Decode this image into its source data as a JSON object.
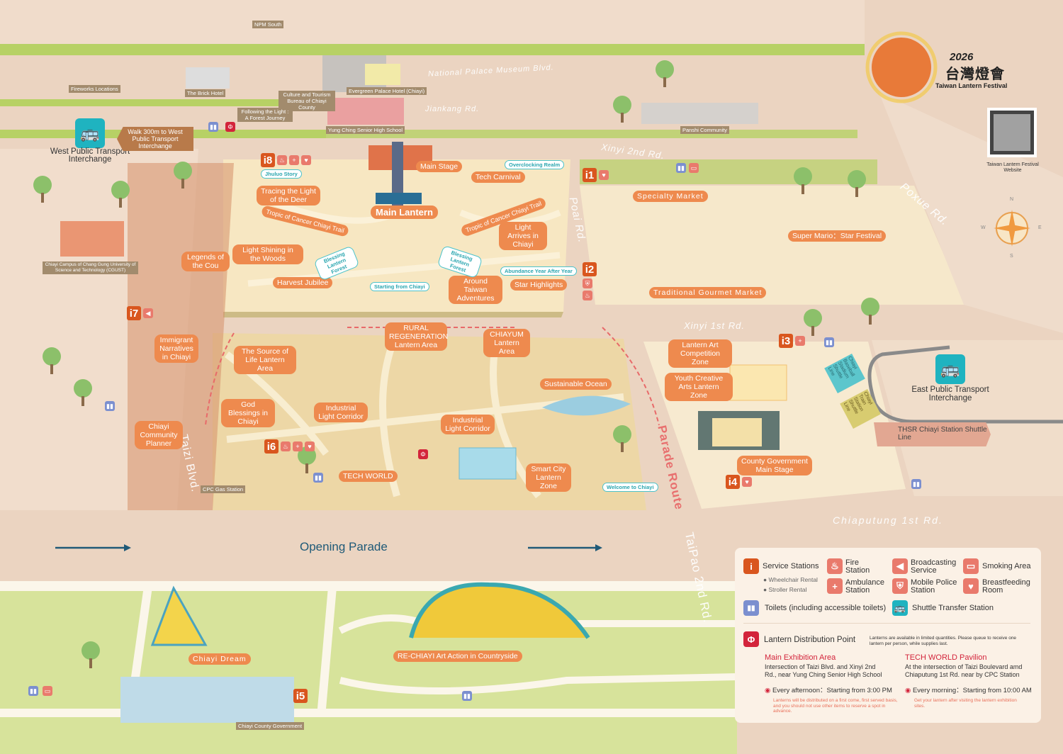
{
  "logo": {
    "year": "2026",
    "chinese": "台灣燈會",
    "english": "Taiwan Lantern Festival"
  },
  "qr": {
    "caption": "Taiwan Lantern Festival Website"
  },
  "compass": {
    "n": "N",
    "s": "S",
    "e": "E",
    "w": "W"
  },
  "bubbles": [
    "Main Stage",
    "Tech Carnival",
    "Main Lantern",
    "Tracing the Light of the Deer",
    "Tropic of Cancer Chiayi Trail",
    "Tropic of Cancer Chiayi Trail",
    "Light Arrives in Chiayi",
    "Light Shining in the Woods",
    "Harvest Jubilee",
    "Around Taiwan Adventures",
    "Star Highlights",
    "Legends of the Cou",
    "Immigrant Narratives in Chiayi",
    "Chiayi Community Planner",
    "The Source of Life Lantern Area",
    "RURAL REGENERATION Lantern  Area",
    "CHIAYUM Lantern Area",
    "God Blessings in Chiayi",
    "Industrial Light Corridor",
    "Industrial Light Corridor",
    "Sustainable Ocean",
    "TECH WORLD",
    "Smart City Lantern Zone",
    "Specialty Market",
    "Super Mario：Star Festival",
    "Traditional Gourmet Market",
    "Lantern Art Competition Zone",
    "Youth Creative Arts Lantern Zone",
    "County Government Main Stage",
    "Chiayi Dream",
    "RE-CHIAYI Art Action in Countryside"
  ],
  "tags": [
    "Jhuluo Story",
    "Overclocking Realm",
    "Blessing Lantern Forest",
    "Blessing Lantern Forest",
    "Abundance Year After Year",
    "Starting from Chiayi",
    "Welcome to Chiayi"
  ],
  "places": [
    "NPM South",
    "Fireworks Locations",
    "The Brick Hotel",
    "Culture and Tourism Bureau of Chiayi County",
    "Evergreen Palace Hotel (Chiayi)",
    "Following the Light : A Forest Journey",
    "Yung Ching Senior High School",
    "Panshi Community",
    "Chiayi Campus of Chang Gung University of Science and Technology (CGUST)",
    "CPC Gas Station",
    "Chiayi County Government"
  ],
  "roads": [
    "National Palace Museum Blvd.",
    "Jiankang Rd.",
    "Xinyi 2nd Rd.",
    "Poai Rd.",
    "Poxue Rd.",
    "Xinyi 1st Rd.",
    "Chiaputung 1st Rd.",
    "Taizi Blvd.",
    "Parade Route",
    "TaiPao 2nd Rd."
  ],
  "transport": {
    "west": "West Public Transport Interchange",
    "walk_sign": "Walk 300m to West Public Transport Interchange",
    "east": "East Public Transport Interchange",
    "thsr": "THSR Chiayi Station Shuttle Line",
    "baseball": "Chiayi Baseball Stadium Shuttle Line",
    "train": "Chiayi Train Station Shuttle Line"
  },
  "parade": "Opening Parade",
  "stations": [
    "i1",
    "i2",
    "i3",
    "i4",
    "i5",
    "i6",
    "i7",
    "i8"
  ],
  "legend": {
    "service": "Service Stations",
    "wheelchair": "Wheelchair Rental",
    "stroller": "Stroller Rental",
    "fire": "Fire Station",
    "ambulance": "Ambulance Station",
    "broadcast": "Broadcasting Service",
    "police": "Mobile Police Station",
    "smoking": "Smoking Area",
    "breastfeeding": "Breastfeeding Room",
    "toilets": "Toilets (including accessible toilets)",
    "shuttle": "Shuttle Transfer Station",
    "lantern": "Lantern Distribution Point",
    "lantern_note": "Lanterns are available in limited quantities. Please queue to receive one lantern per person, while supplies last.",
    "main_title": "Main Exhibition Area",
    "main_addr": "Intersection of Taizi Blvd. and Xinyi 2nd Rd., near Yung Ching Senior High School",
    "main_time": "Every afternoon：Starting from 3:00 PM",
    "main_note": "Lanterns will be distributed on a first come, first served basis, and you should not use other items to reserve a spot in advance.",
    "tech_title": "TECH WORLD Pavilion",
    "tech_addr": "At the intersection of Taizi Boulevard amd Chiaputung 1st Rd. near by CPC Station",
    "tech_time": "Every morning：Starting from 10:00 AM",
    "tech_note": "Get your lantern after visiting the lantern exhibition sites."
  },
  "colors": {
    "bubble": "#ee8a4e",
    "station": "#d9561e",
    "teal": "#1fb3c0",
    "red": "#d3243b"
  }
}
